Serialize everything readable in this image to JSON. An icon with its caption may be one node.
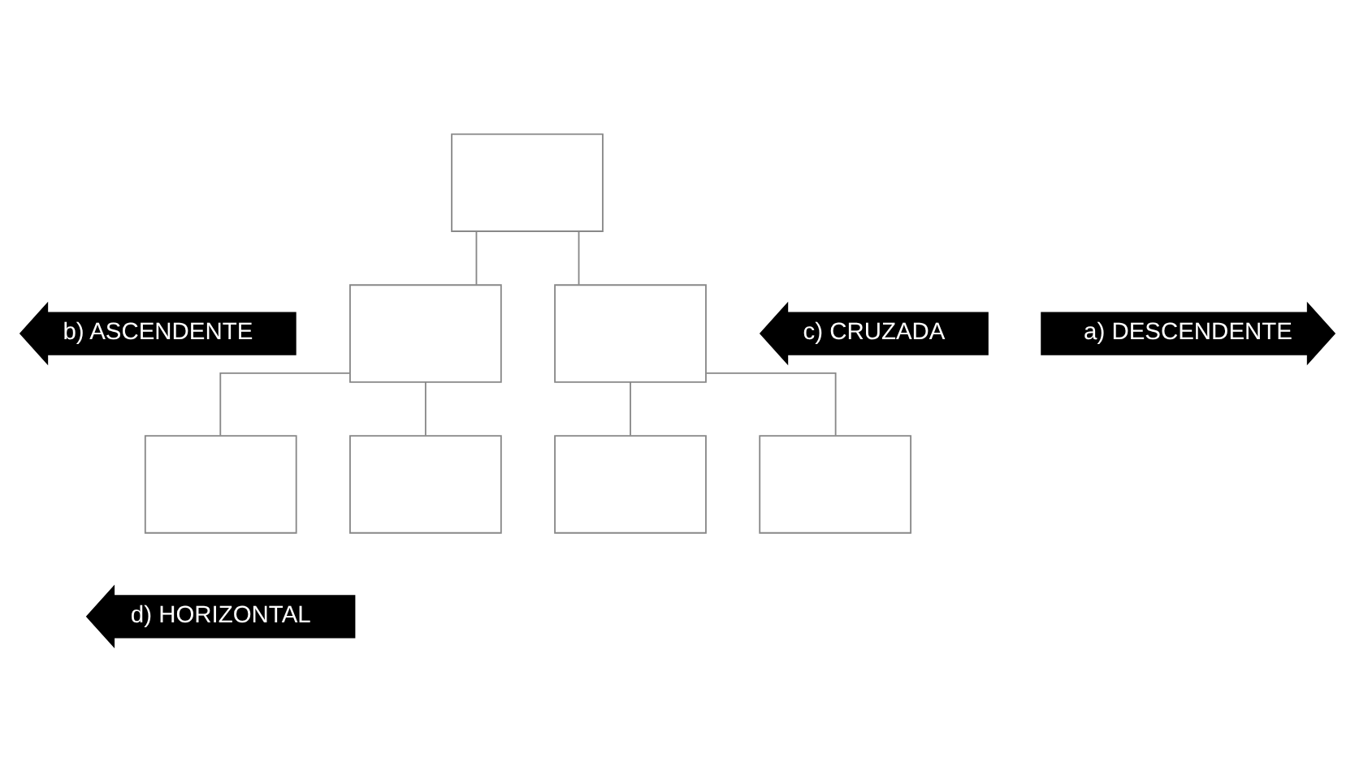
{
  "diagram": {
    "nodes": [
      {
        "text": [],
        "shape": "box"
      },
      {
        "text": [],
        "shape": "box"
      },
      {
        "text": [],
        "shape": "box"
      },
      {
        "text": [],
        "shape": "box"
      },
      {
        "text": [],
        "shape": "box"
      },
      {
        "text": [],
        "shape": "box"
      },
      {
        "text": [],
        "shape": "box"
      },
      {
        "text": [
          "a) DESCENDENTE"
        ]
      },
      {
        "text": [
          "b) ASCENDENTE"
        ]
      },
      {
        "text": [
          "c) CRUZADA"
        ]
      },
      {
        "text": [
          "d) HORIZONTAL"
        ]
      }
    ],
    "edges": [
      {
        "from": 0,
        "to": 1,
        "arrow": "none"
      },
      {
        "from": 0,
        "to": 2,
        "arrow": "none"
      },
      {
        "from": 1,
        "to": 3,
        "arrow": "none"
      },
      {
        "from": 1,
        "to": 4,
        "arrow": "none"
      },
      {
        "from": 2,
        "to": 5,
        "arrow": "none"
      },
      {
        "from": 2,
        "to": 6,
        "arrow": "none"
      }
    ]
  }
}
